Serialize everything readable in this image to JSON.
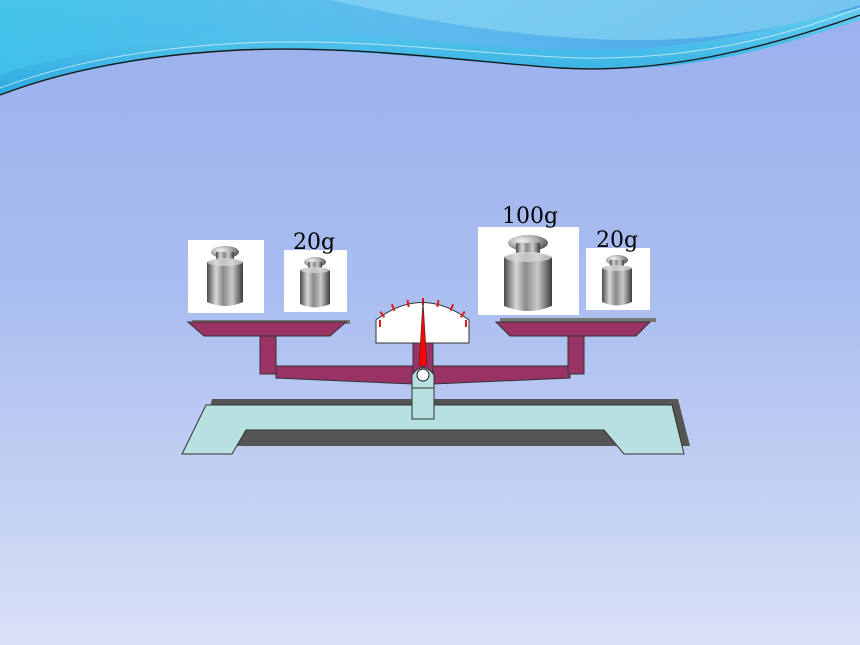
{
  "labels": {
    "left_small": "20g",
    "right_large": "100g",
    "right_small": "20g"
  },
  "colors": {
    "pan": "#993366",
    "base": "#b7e0e0",
    "dial": "#ffffff",
    "dial_ticks": "#e21a1a",
    "needle": "#ff0000",
    "wave": "#3fb6e8"
  }
}
